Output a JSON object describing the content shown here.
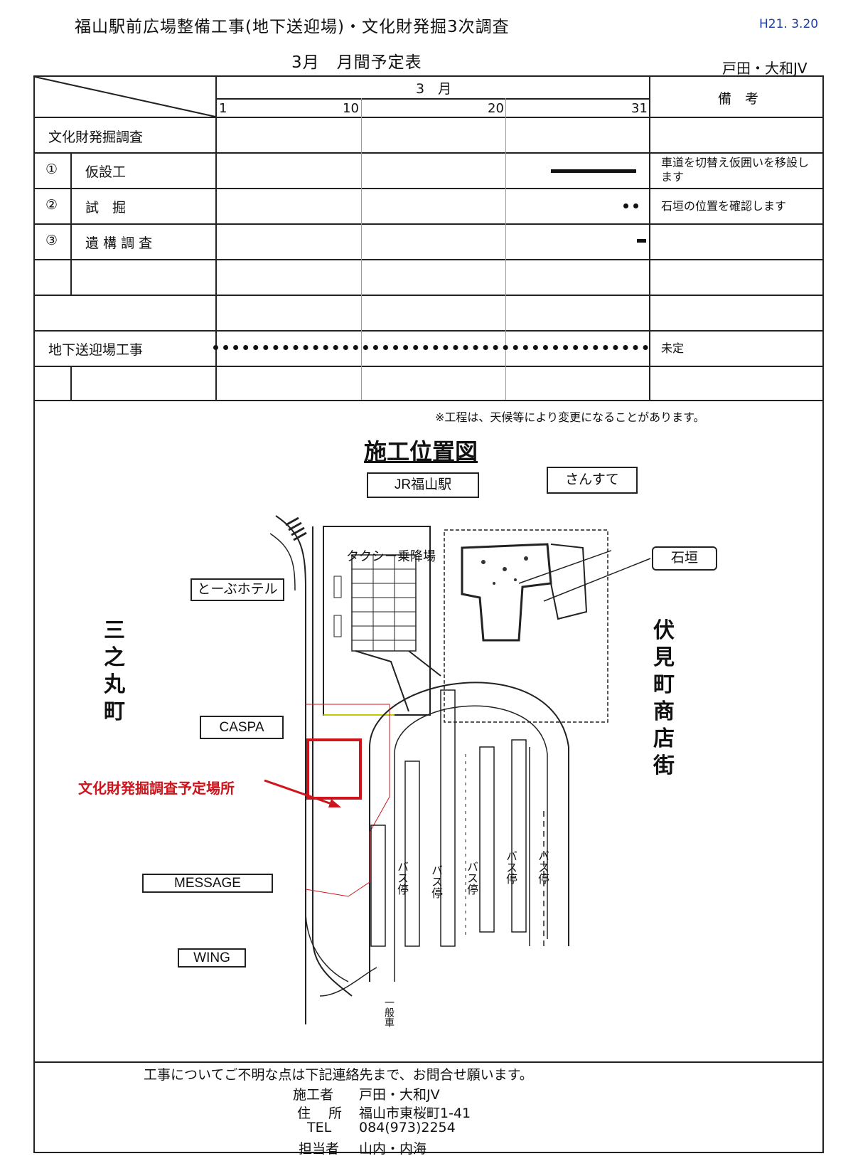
{
  "header": {
    "title": "福山駅前広場整備工事(地下送迎場)・文化財発掘3次調査",
    "date": "H21. 3.20",
    "subtitle": "3月　月間予定表",
    "contractor": "戸田・大和JV"
  },
  "schedule": {
    "month_label": "3　月",
    "day_ticks": [
      "1",
      "10",
      "20",
      "31"
    ],
    "remarks_header": "備　考",
    "section_label": "文化財発掘調査",
    "rows": [
      {
        "num": "①",
        "label": "仮設工",
        "remark": "車道を切替え仮囲いを移設します"
      },
      {
        "num": "②",
        "label": "試　掘",
        "remark": "石垣の位置を確認します"
      },
      {
        "num": "③",
        "label": "遺 構 調 査",
        "remark": ""
      }
    ],
    "underground_label": "地下送迎場工事",
    "underground_remark": "未定",
    "note": "※工程は、天候等により変更になることがあります。"
  },
  "map": {
    "title": "施工位置図",
    "jr_station": "JR福山駅",
    "sansute": "さんすて",
    "taxi_area": "タクシー乗降場",
    "ishigaki": "石垣",
    "tobu_hotel": "とーぶホテル",
    "caspa": "CASPA",
    "message": "MESSAGE",
    "wing": "WING",
    "sannomaru": "三之丸町",
    "fushimi": "伏見町商店街",
    "dig_site": "文化財発掘調査予定場所",
    "bus_stop": "バス停",
    "general_car": "一般車",
    "dig_color": "#d0141c"
  },
  "contact": {
    "intro": "工事についてご不明な点は下記連絡先まで、お問合せ願います。",
    "builder_label": "施工者",
    "builder": "戸田・大和JV",
    "address_label": "住　 所",
    "address": "福山市東桜町1-41",
    "tel_label": "TEL",
    "tel": "084(973)2254",
    "person_label": "担当者",
    "person": "山内・内海"
  }
}
